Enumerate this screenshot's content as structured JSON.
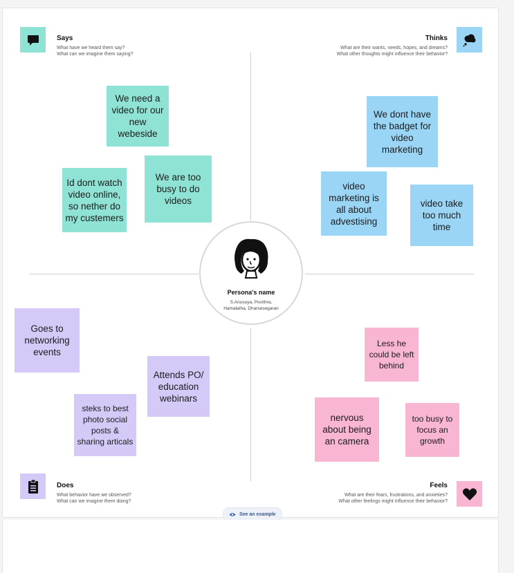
{
  "quadrants": {
    "says": {
      "title": "Says",
      "line1": "What have we heard them say?",
      "line2": "What can we imagine them saying?",
      "icon": "speech-bubble-icon",
      "color": "#8ee3d4"
    },
    "thinks": {
      "title": "Thinks",
      "line1": "What are their wants, needs, hopes, and dreams?",
      "line2": "What other thoughts might influence their behavior?",
      "icon": "thought-cloud-icon",
      "color": "#9ad5f5"
    },
    "does": {
      "title": "Does",
      "line1": "What behavior have we observed?",
      "line2": "What can we imagine them doing?",
      "icon": "clipboard-icon",
      "color": "#d5c9f7"
    },
    "feels": {
      "title": "Feels",
      "line1": "What are their fears, frustrations, and anxieties?",
      "line2": "What other feelings might influence their behavior?",
      "icon": "heart-icon",
      "color": "#f8b6d2"
    }
  },
  "persona": {
    "name": "Persona's name",
    "members": "S.Anusuya, Povithra, Hamalatha, Dharsesegaran"
  },
  "notes": {
    "says": [
      "We need a video for our new webeside",
      "Id dont watch video online, so nether do my custemers",
      "We are too busy to do videos"
    ],
    "thinks": [
      "We dont have the badget for video marketing",
      "video marketing is all about advestising",
      "video take too much time"
    ],
    "does": [
      "Goes to networking events",
      "Attends PO/ education webinars",
      "steks to best photo social posts & sharing articals"
    ],
    "feels": [
      "Less he could be left behind",
      "nervous about being an camera",
      "too  busy to focus an growth"
    ]
  },
  "example_button": {
    "label": "See an example",
    "icon": "eye-icon"
  }
}
